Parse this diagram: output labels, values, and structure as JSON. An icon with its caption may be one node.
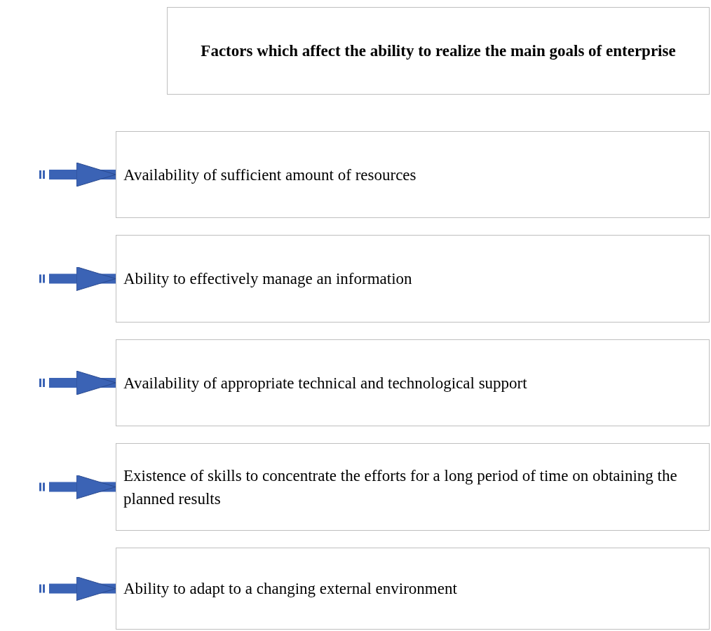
{
  "diagram": {
    "title": "Factors which affect the ability to realize the main goals of enterprise",
    "nodes": [
      {
        "text": [
          "Availability of sufficient amount of resources"
        ]
      },
      {
        "text": [
          "Ability to effectively manage an information"
        ]
      },
      {
        "text": [
          "Availability of appropriate technical and technological support"
        ]
      },
      {
        "text": [
          "Existence of skills to concentrate the efforts for a long period of time on obtaining the planned results"
        ]
      },
      {
        "text": [
          "Ability to adapt to a changing external environment"
        ]
      }
    ],
    "edges": [
      {
        "from": null,
        "to": 0,
        "arrow": "to"
      },
      {
        "from": null,
        "to": 1,
        "arrow": "to"
      },
      {
        "from": null,
        "to": 2,
        "arrow": "to"
      },
      {
        "from": null,
        "to": 3,
        "arrow": "to"
      },
      {
        "from": null,
        "to": 4,
        "arrow": "to"
      }
    ]
  }
}
